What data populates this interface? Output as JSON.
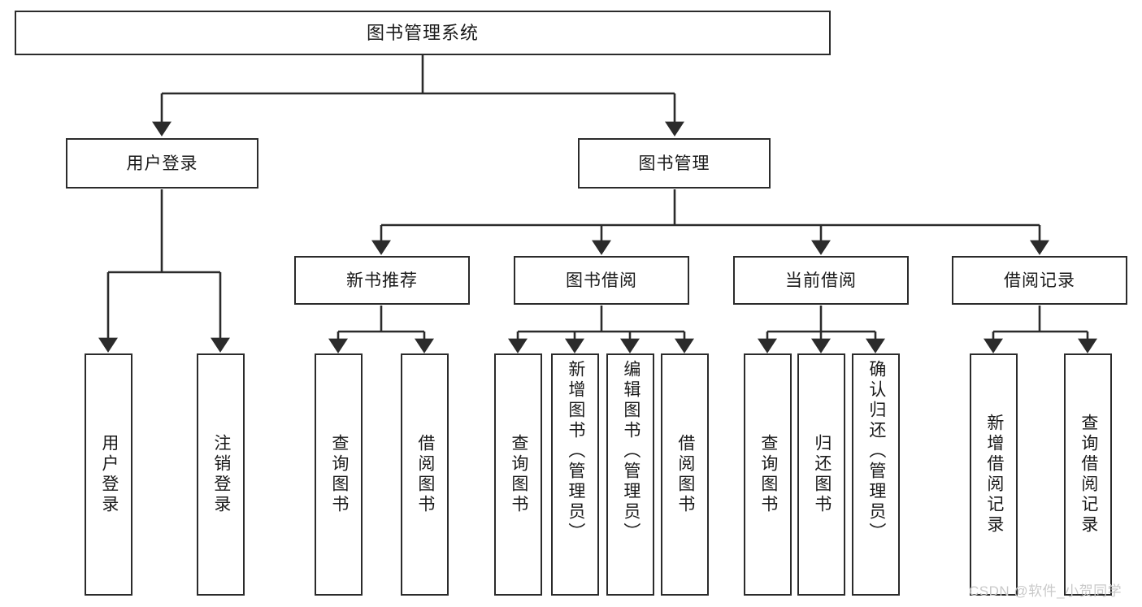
{
  "diagram": {
    "title": "图书管理系统",
    "type": "tree-hierarchy",
    "root": {
      "id": "root",
      "label": "图书管理系统"
    },
    "level2": [
      {
        "id": "user-login",
        "label": "用户登录"
      },
      {
        "id": "book-manage",
        "label": "图书管理"
      }
    ],
    "level3": [
      {
        "id": "new-book-rec",
        "label": "新书推荐",
        "parent": "book-manage"
      },
      {
        "id": "book-borrow",
        "label": "图书借阅",
        "parent": "book-manage"
      },
      {
        "id": "current-borrow",
        "label": "当前借阅",
        "parent": "book-manage"
      },
      {
        "id": "borrow-record",
        "label": "借阅记录",
        "parent": "book-manage"
      }
    ],
    "leaves": [
      {
        "id": "leaf-user-login",
        "label": "用户登录",
        "parent": "user-login"
      },
      {
        "id": "leaf-logout",
        "label": "注销登录",
        "parent": "user-login"
      },
      {
        "id": "leaf-query-book-1",
        "label": "查询图书",
        "parent": "new-book-rec"
      },
      {
        "id": "leaf-borrow-book-1",
        "label": "借阅图书",
        "parent": "new-book-rec"
      },
      {
        "id": "leaf-query-book-2",
        "label": "查询图书",
        "parent": "book-borrow"
      },
      {
        "id": "leaf-add-book",
        "label": "新增图书（管理员）",
        "parent": "book-borrow"
      },
      {
        "id": "leaf-edit-book",
        "label": "编辑图书（管理员）",
        "parent": "book-borrow"
      },
      {
        "id": "leaf-borrow-book-2",
        "label": "借阅图书",
        "parent": "book-borrow"
      },
      {
        "id": "leaf-query-book-3",
        "label": "查询图书",
        "parent": "current-borrow"
      },
      {
        "id": "leaf-return-book",
        "label": "归还图书",
        "parent": "current-borrow"
      },
      {
        "id": "leaf-confirm-return",
        "label": "确认归还（管理员）",
        "parent": "current-borrow"
      },
      {
        "id": "leaf-add-record",
        "label": "新增借阅记录",
        "parent": "borrow-record"
      },
      {
        "id": "leaf-query-record",
        "label": "查询借阅记录",
        "parent": "borrow-record"
      }
    ]
  },
  "watermark": {
    "text": "CSDN @软件_小贺同学"
  },
  "colors": {
    "stroke": "#2b2b2b",
    "node_fill": "#ffffff",
    "text": "#1a1a1a",
    "watermark": "#c9c9c9",
    "background": "#ffffff"
  }
}
